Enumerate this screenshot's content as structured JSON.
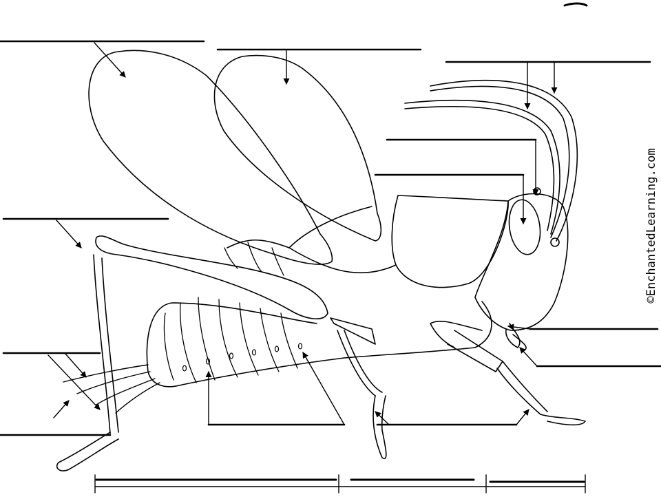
{
  "credit": "©EnchantedLearning.com",
  "diagram": {
    "subject": "grasshopper",
    "label_blanks": 14,
    "section_blanks": 3
  }
}
